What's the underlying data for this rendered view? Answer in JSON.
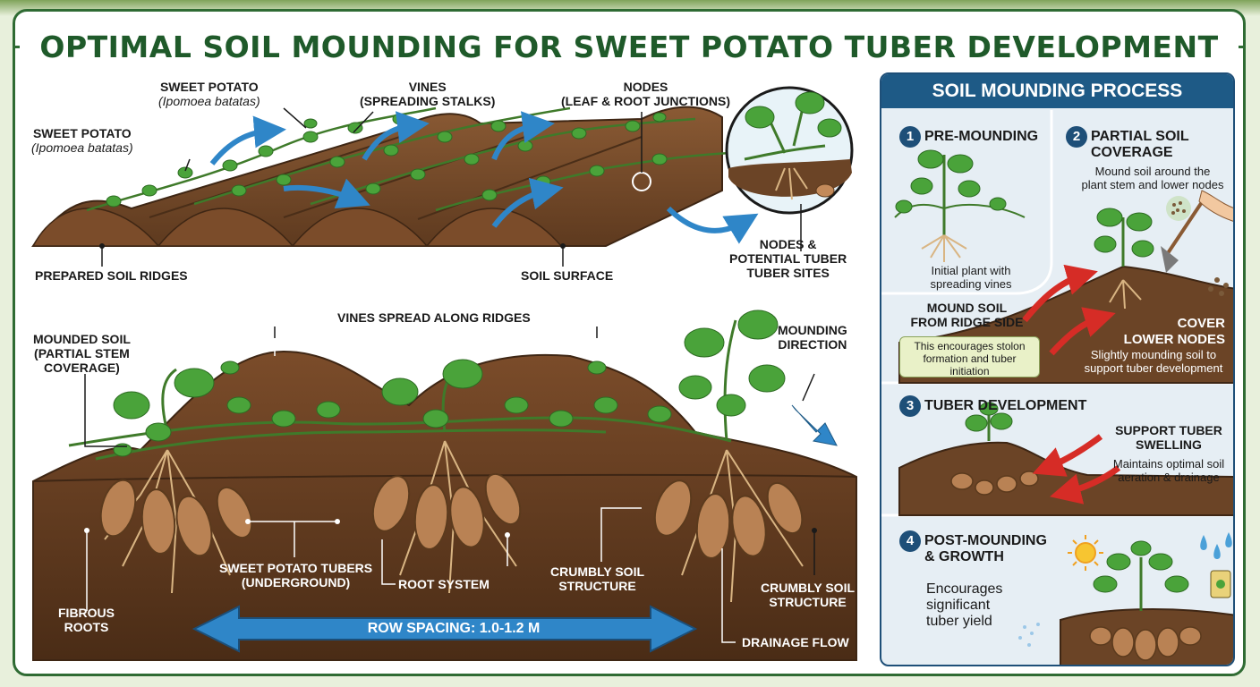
{
  "title": "OPTIMAL SOIL MOUNDING FOR SWEET POTATO TUBER DEVELOPMENT",
  "top_scene": {
    "plant_label_1": {
      "name": "SWEET POTATO",
      "sci": "(Ipomoea batatas)"
    },
    "plant_label_2": {
      "name": "SWEET POTATO",
      "sci": "(Ipomoea batatas)"
    },
    "vines": {
      "line1": "VINES",
      "line2": "(SPREADING STALKS)"
    },
    "nodes": {
      "line1": "NODES",
      "line2": "(LEAF & ROOT JUNCTIONS)"
    },
    "prepared_ridges": "PREPARED SOIL RIDGES",
    "soil_surface": "SOIL SURFACE",
    "tuber_sites": {
      "line1": "NODES &",
      "line2": "POTENTIAL TUBER",
      "line3": "TUBER SITES"
    }
  },
  "bottom_scene": {
    "vines_spread": "VINES SPREAD ALONG RIDGES",
    "mounded_soil": {
      "line1": "MOUNDED SOIL",
      "line2": "(PARTIAL STEM",
      "line3": "COVERAGE)"
    },
    "mounding_direction": {
      "line1": "MOUNDING",
      "line2": "DIRECTION"
    },
    "tubers": {
      "line1": "SWEET POTATO TUBERS",
      "line2": "(UNDERGROUND)"
    },
    "root_system": "ROOT SYSTEM",
    "crumbly_1": {
      "line1": "CRUMBLY SOIL",
      "line2": "STRUCTURE"
    },
    "crumbly_2": {
      "line1": "CRUMBLY SOIL",
      "line2": "STRUCTURE"
    },
    "fibrous_roots": {
      "line1": "FIBROUS",
      "line2": "ROOTS"
    },
    "row_spacing": "ROW SPACING: 1.0-1.2 M",
    "drainage_flow": "DRAINAGE FLOW"
  },
  "process": {
    "header": "SOIL MOUNDING PROCESS",
    "step1": {
      "num": "1",
      "title": "PRE-MOUNDING",
      "text1": "Initial plant with",
      "text2": "spreading vines"
    },
    "step2": {
      "num": "2",
      "title1": "PARTIAL SOIL",
      "title2": "COVERAGE",
      "text1": "Mound soil around the",
      "text2": "plant stem and lower nodes"
    },
    "mound_side": {
      "line1": "MOUND SOIL",
      "line2": "FROM RIDGE SIDE"
    },
    "encourage_note": {
      "line1": "This encourages stolon",
      "line2": "formation and tuber",
      "line3": "initiation"
    },
    "cover_nodes": {
      "line1": "COVER",
      "line2": "LOWER NODES"
    },
    "cover_text": {
      "line1": "Slightly mounding soil to",
      "line2": "support tuber development"
    },
    "step3": {
      "num": "3",
      "title": "TUBER DEVELOPMENT"
    },
    "support": {
      "title1": "SUPPORT TUBER",
      "title2": "SWELLING",
      "text1": "Maintains optimal soil",
      "text2": "aeration & drainage"
    },
    "step4": {
      "num": "4",
      "title1": "POST-MOUNDING",
      "title2": "& GROWTH",
      "text1": "Encourages",
      "text2": "significant",
      "text3": "tuber yield"
    }
  },
  "colors": {
    "title": "#1f5a2a",
    "panel_header": "#1e5a86",
    "soil": "#6b4426",
    "arrow_blue": "#2f86c8",
    "arrow_red": "#d62c26"
  }
}
